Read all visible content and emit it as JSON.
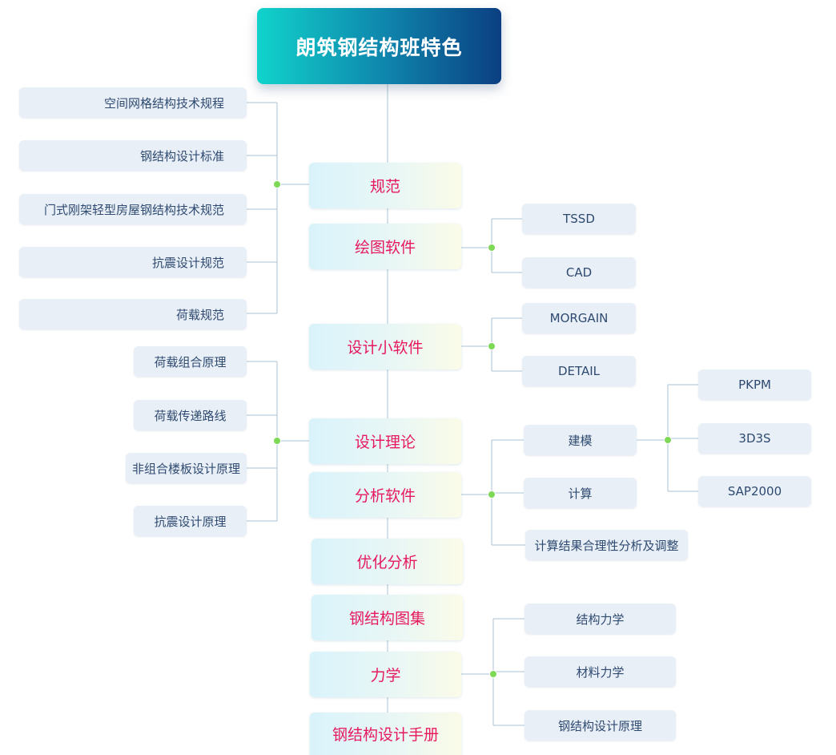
{
  "title": "朗筑钢结构班特色",
  "categories": {
    "guifan": "规范",
    "huitu": "绘图软件",
    "xiaoruanjian": "设计小软件",
    "lilun": "设计理论",
    "fenxi": "分析软件",
    "youhua": "优化分析",
    "tuji": "钢结构图集",
    "lixue": "力学",
    "shouce": "钢结构设计手册"
  },
  "guifan_items": [
    "空间网格结构技术规程",
    "钢结构设计标准",
    "门式刚架轻型房屋钢结构技术规范",
    "抗震设计规范",
    "荷载规范"
  ],
  "huitu_items": [
    "TSSD",
    "CAD"
  ],
  "xiaoruanjian_items": [
    "MORGAIN",
    "DETAIL"
  ],
  "lilun_items": [
    "荷载组合原理",
    "荷载传递路线",
    "非组合楼板设计原理",
    "抗震设计原理"
  ],
  "fenxi_items": [
    "建模",
    "计算",
    "计算结果合理性分析及调整"
  ],
  "jianmo_items": [
    "PKPM",
    "3D3S",
    "SAP2000"
  ],
  "lixue_items": [
    "结构力学",
    "材料力学",
    "钢结构设计原理"
  ],
  "colors": {
    "title_gradient": [
      "#10d3cb",
      "#0f86ad",
      "#0b3f82"
    ],
    "category_text": "#e6195e",
    "leaf_text": "#2e4a70",
    "leaf_bg": "#e9eff7",
    "connector": "#a9c3d6",
    "junction_dot": "#7ed957"
  }
}
